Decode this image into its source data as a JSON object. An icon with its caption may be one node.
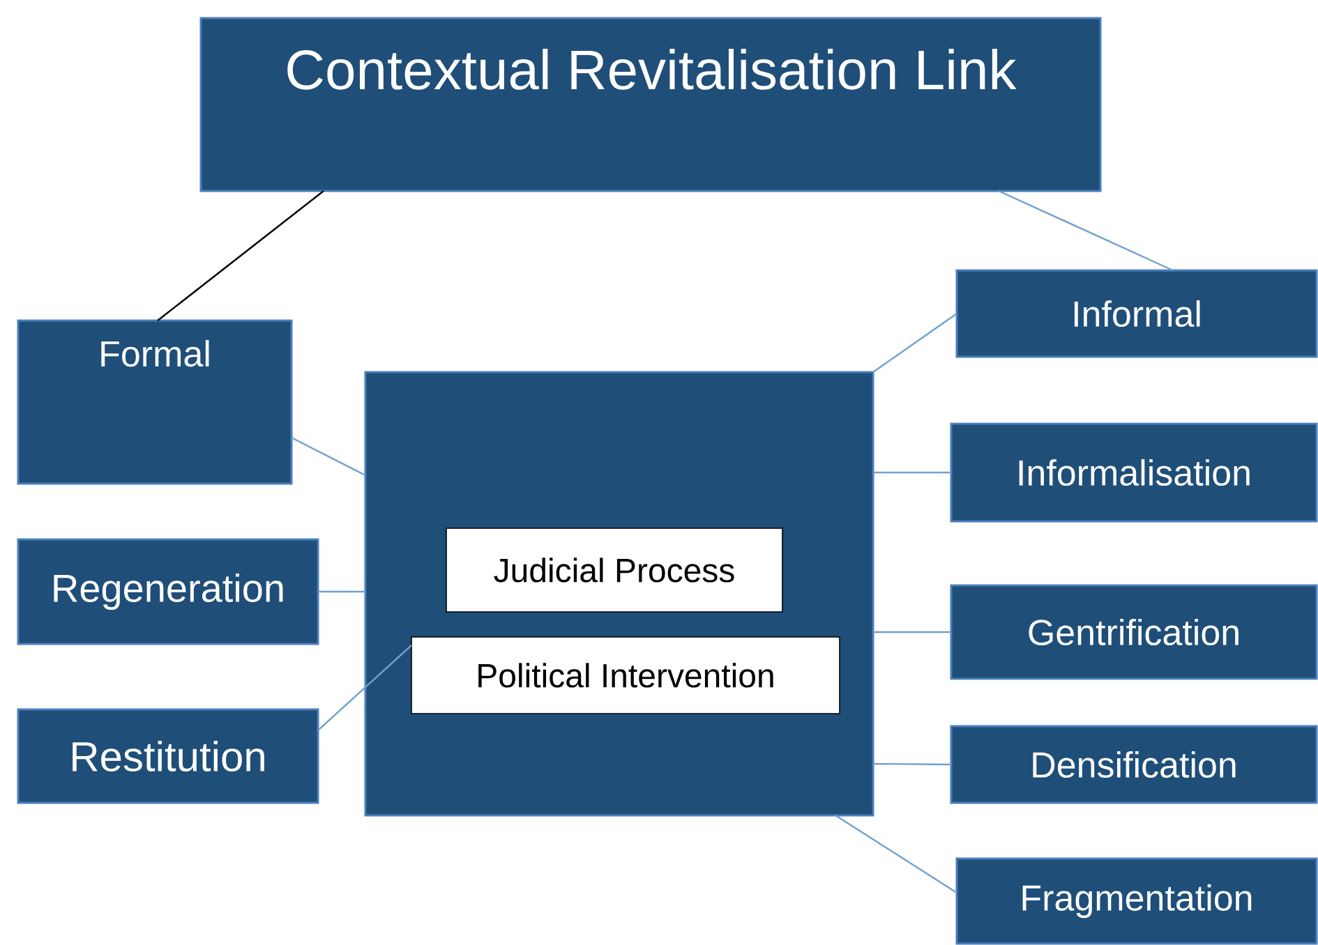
{
  "diagram": {
    "nodes": [
      {
        "text": [
          "Contextual Revitalisation Link"
        ]
      },
      {
        "text": [
          "Formal"
        ]
      },
      {
        "text": [
          "Informal"
        ]
      },
      {
        "text": [],
        "shape": "box"
      },
      {
        "text": [
          "Judicial Process"
        ],
        "in": 3
      },
      {
        "text": [
          "Political Intervention"
        ],
        "in": 3
      },
      {
        "text": [
          "Regeneration"
        ]
      },
      {
        "text": [
          "Restitution"
        ]
      },
      {
        "text": [
          "Informalisation"
        ]
      },
      {
        "text": [
          "Gentrification"
        ]
      },
      {
        "text": [
          "Densification"
        ]
      },
      {
        "text": [
          "Fragmentation"
        ]
      }
    ],
    "edges": [
      {
        "from": 0,
        "to": 1,
        "arrow": "none",
        "color": "#000000"
      },
      {
        "from": 0,
        "to": 2,
        "arrow": "none"
      },
      {
        "from": 1,
        "to": 3,
        "arrow": "none"
      },
      {
        "from": 6,
        "to": 3,
        "arrow": "none"
      },
      {
        "from": 7,
        "to": 5,
        "arrow": "none"
      },
      {
        "from": 3,
        "to": 2,
        "arrow": "none"
      },
      {
        "from": 3,
        "to": 8,
        "arrow": "none"
      },
      {
        "from": 3,
        "to": 9,
        "arrow": "none"
      },
      {
        "from": 3,
        "to": 10,
        "arrow": "none"
      },
      {
        "from": 3,
        "to": 11,
        "arrow": "none"
      }
    ]
  }
}
